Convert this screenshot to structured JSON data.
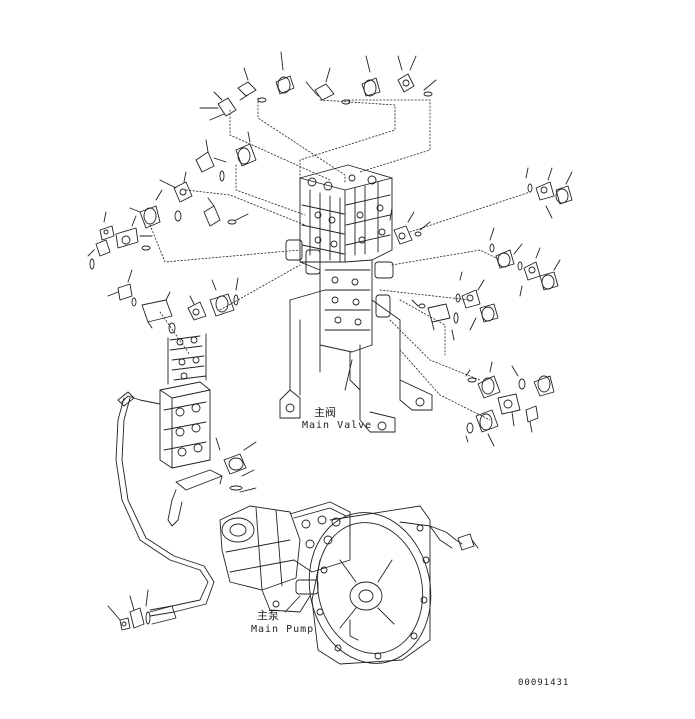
{
  "labels": {
    "main_valve_cn": "主阀",
    "main_valve_en": "Main Valve",
    "main_pump_cn": "主泵",
    "main_pump_en": "Main Pump",
    "drawing_code": "00091431"
  },
  "colors": {
    "line": "#222222",
    "background": "#ffffff"
  }
}
